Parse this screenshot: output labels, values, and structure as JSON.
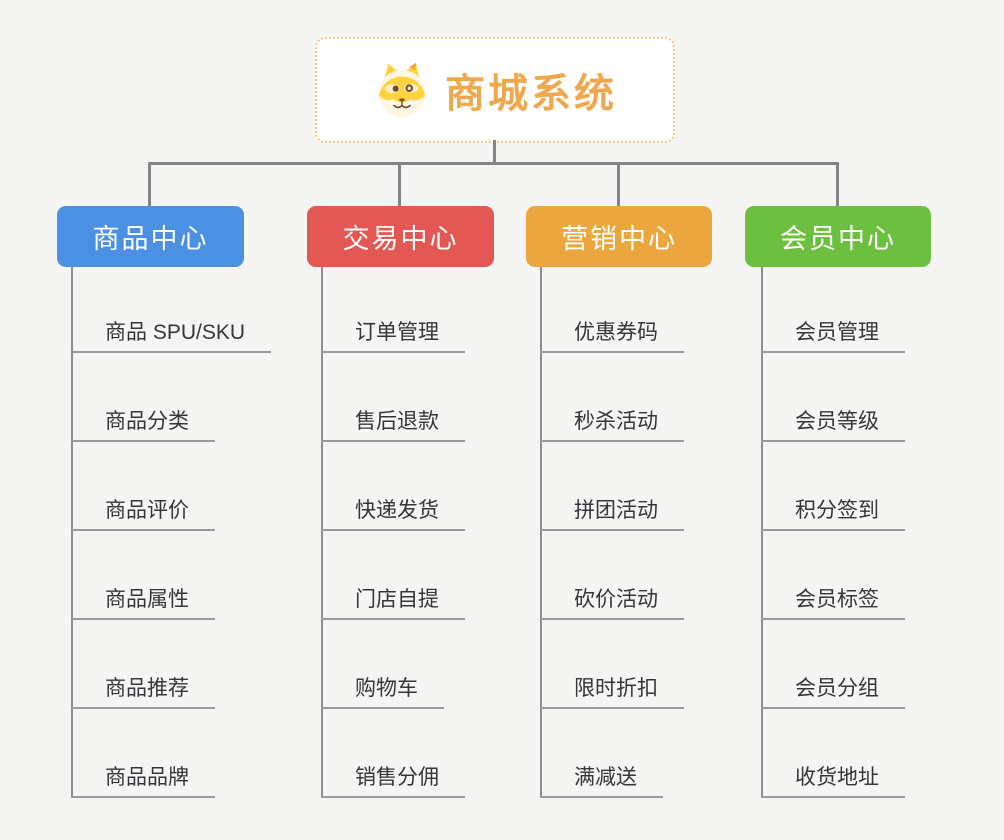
{
  "root": {
    "title": "商城系统",
    "icon": "dog-icon",
    "title_color": "#f0a84e",
    "border_color": "#f3c887"
  },
  "branches": [
    {
      "label": "商品中心",
      "color": "#4b90e2",
      "items": [
        "商品 SPU/SKU",
        "商品分类",
        "商品评价",
        "商品属性",
        "商品推荐",
        "商品品牌"
      ]
    },
    {
      "label": "交易中心",
      "color": "#e45854",
      "items": [
        "订单管理",
        "售后退款",
        "快递发货",
        "门店自提",
        "购物车",
        "销售分佣"
      ]
    },
    {
      "label": "营销中心",
      "color": "#eba73d",
      "items": [
        "优惠券码",
        "秒杀活动",
        "拼团活动",
        "砍价活动",
        "限时折扣",
        "满减送"
      ]
    },
    {
      "label": "会员中心",
      "color": "#6dbf40",
      "items": [
        "会员管理",
        "会员等级",
        "积分签到",
        "会员标签",
        "会员分组",
        "收货地址"
      ]
    }
  ],
  "colors": {
    "background": "#f5f5f4",
    "connector": "#848484",
    "spine": "#8d8d8d",
    "leaf_underline": "#9b9b9b",
    "leaf_text": "#35353b"
  }
}
